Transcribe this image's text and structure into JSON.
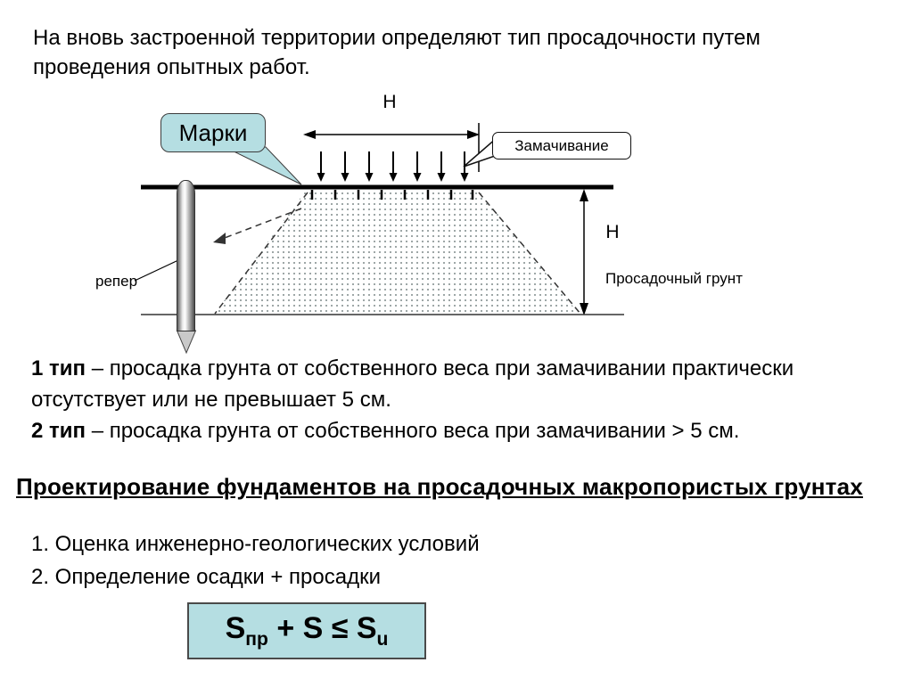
{
  "slide": {
    "intro": "На вновь застроенной территории определяют тип просадочности путем проведения опытных работ.",
    "diagram": {
      "marks_callout": "Марки",
      "width_dim_label": "Н",
      "soaking_callout": "Замачивание",
      "benchmark_label": "репер",
      "depth_dim_label": "Н",
      "soil_label": "Просадочный грунт"
    },
    "types": {
      "type1_term": "1 тип",
      "type1_text": " – просадка грунта от собственного веса при замачивании практически отсутствует или не превышает 5 см.",
      "type2_term": "2 тип",
      "type2_text": " – просадка грунта от собственного веса при замачивании > 5 см."
    },
    "section_heading": "Проектирование фундаментов на просадочных макропористых грунтах",
    "steps": [
      "1. Оценка инженерно-геологических условий",
      "2. Определение осадки + просадки"
    ],
    "formula": {
      "base1": "S",
      "sub1": "пр",
      "middle": " + S ≤ S",
      "sub2": "u"
    },
    "colors": {
      "callout_fill": "#b5dee2",
      "formula_fill": "#b5dee2",
      "formula_border": "#4a4a4a"
    }
  }
}
